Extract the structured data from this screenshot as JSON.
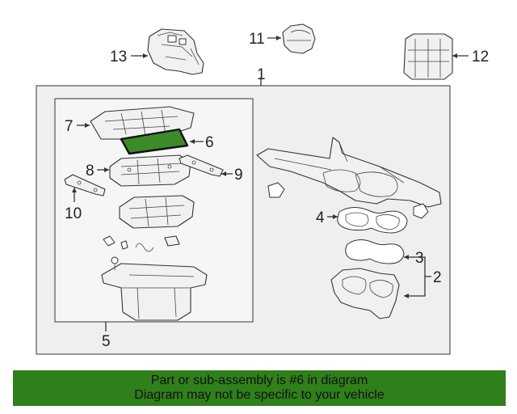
{
  "callouts": {
    "c1": "1",
    "c2": "2",
    "c3": "3",
    "c4": "4",
    "c5": "5",
    "c6": "6",
    "c7": "7",
    "c8": "8",
    "c9": "9",
    "c10": "10",
    "c11": "11",
    "c12": "12",
    "c13": "13"
  },
  "highlight_color": "#3d8a2a",
  "banner": {
    "line1": "Part or sub-assembly is #6 in diagram",
    "line2": "Diagram may not be specific to your vehicle",
    "color": "#2f7f1b"
  }
}
